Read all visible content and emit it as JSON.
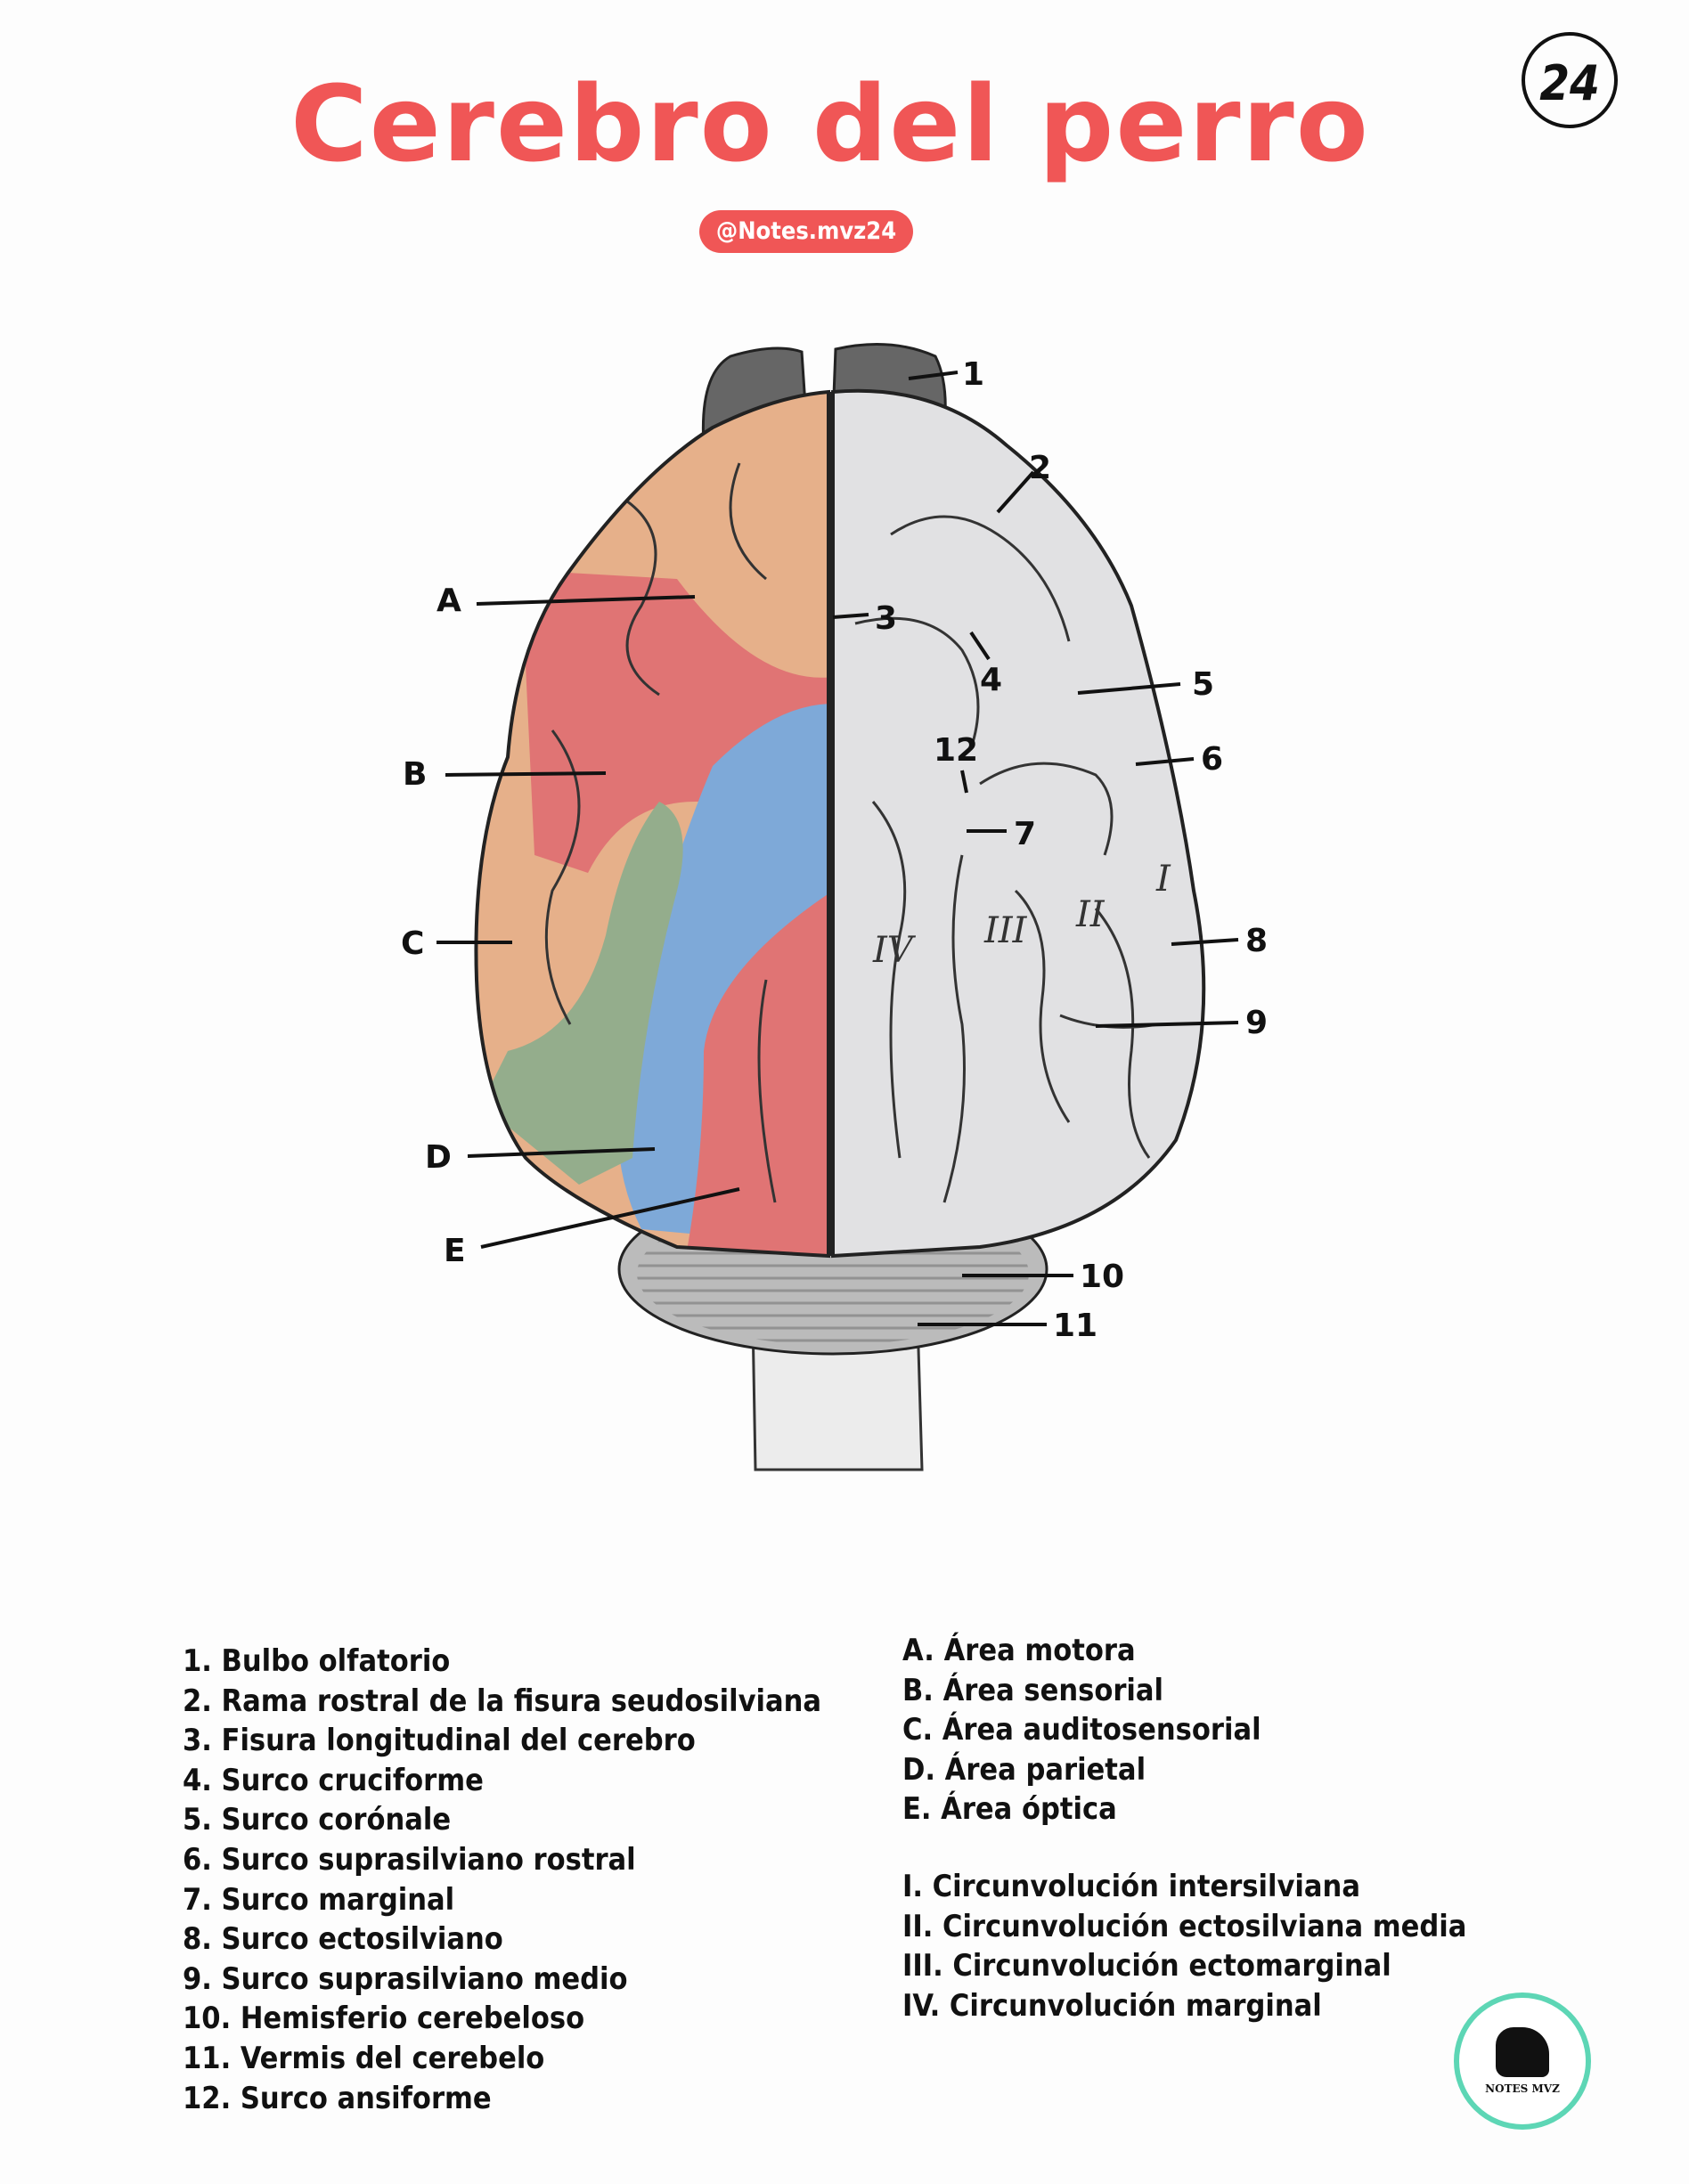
{
  "header": {
    "title": "Cerebro del perro",
    "handle": "@Notes.mvz24",
    "page_number": "24"
  },
  "diagram": {
    "number_labels": [
      "1",
      "2",
      "3",
      "4",
      "5",
      "6",
      "7",
      "8",
      "9",
      "10",
      "11",
      "12"
    ],
    "area_labels": [
      "A",
      "B",
      "C",
      "D",
      "E"
    ],
    "gyrus_labels": [
      "I",
      "II",
      "III",
      "IV"
    ],
    "colors": {
      "motor": "#e6b08a",
      "sensory": "#e07474",
      "blue": "#7ea9d8",
      "green": "#94ad8c",
      "gray": "#e1e1e3",
      "accent": "#f05656"
    }
  },
  "legend": {
    "numbered": [
      "1. Bulbo olfatorio",
      "2. Rama rostral de la fisura seudosilviana",
      "3. Fisura longitudinal del cerebro",
      "4. Surco cruciforme",
      "5. Surco corónale",
      "6. Surco suprasilviano rostral",
      "7. Surco marginal",
      "8. Surco ectosilviano",
      "9. Surco suprasilviano medio",
      "10. Hemisferio cerebeloso",
      "11. Vermis del cerebelo",
      "12. Surco ansiforme"
    ],
    "areas": [
      "A. Área motora",
      "B. Área sensorial",
      "C. Área auditosensorial",
      "D. Área parietal",
      "E. Área óptica"
    ],
    "gyri": [
      "I. Circunvolución intersilviana",
      "II. Circunvolución ectosilviana media",
      "III. Circunvolución ectomarginal",
      "IV. Circunvolución marginal"
    ]
  },
  "logo": {
    "text": "NOTES MVZ"
  }
}
